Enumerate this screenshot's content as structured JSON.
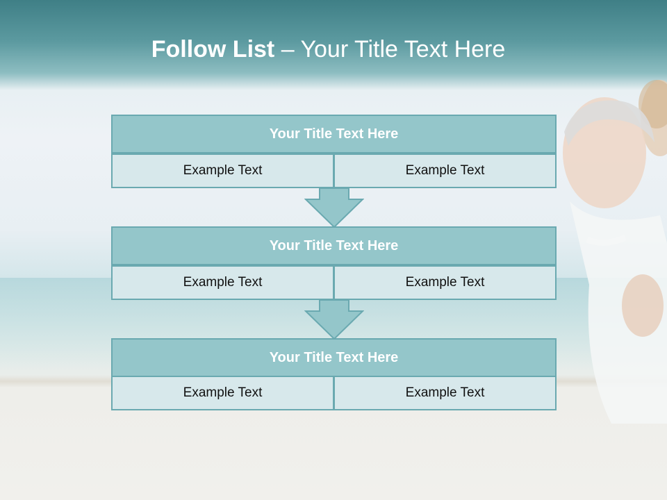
{
  "slide": {
    "title_bold": "Follow List",
    "title_rest": " – Your Title Text Here"
  },
  "steps": [
    {
      "title": "Your Title Text Here",
      "left": "Example Text",
      "right": "Example Text"
    },
    {
      "title": "Your Title Text Here",
      "left": "Example Text",
      "right": "Example Text"
    },
    {
      "title": "Your Title Text Here",
      "left": "Example Text",
      "right": "Example Text"
    }
  ],
  "colors": {
    "title_bar": "#94c6ca",
    "cell": "#d7e8eb",
    "border": "#6aa9b0",
    "header": "#4a8b91"
  },
  "icons": {
    "connector": "down-arrow-icon"
  }
}
